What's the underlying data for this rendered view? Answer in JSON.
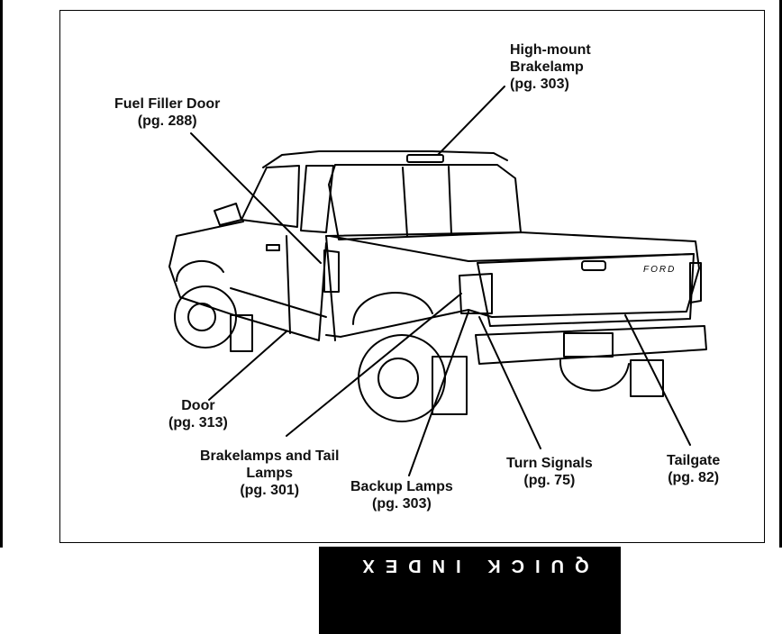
{
  "diagram": {
    "callouts": {
      "fuel_filler": {
        "title": "Fuel Filler Door",
        "page": "(pg. 288)"
      },
      "high_mount": {
        "title": "High-mount Brakelamp",
        "title_line1": "High-mount",
        "title_line2": "Brakelamp",
        "page": "(pg. 303)"
      },
      "door": {
        "title": "Door",
        "page": "(pg. 313)"
      },
      "brakelamps": {
        "title_line1": "Brakelamps and Tail",
        "title_line2": "Lamps",
        "page": "(pg. 301)"
      },
      "backup": {
        "title": "Backup Lamps",
        "page": "(pg. 303)"
      },
      "turn": {
        "title": "Turn Signals",
        "page": "(pg. 75)"
      },
      "tailgate": {
        "title": "Tailgate",
        "page": "(pg. 82)"
      }
    },
    "badge_text": "FORD"
  },
  "section_tab": {
    "text": "QUICK INDEX",
    "colors": {
      "background": "#000000",
      "text": "#ffffff"
    }
  }
}
